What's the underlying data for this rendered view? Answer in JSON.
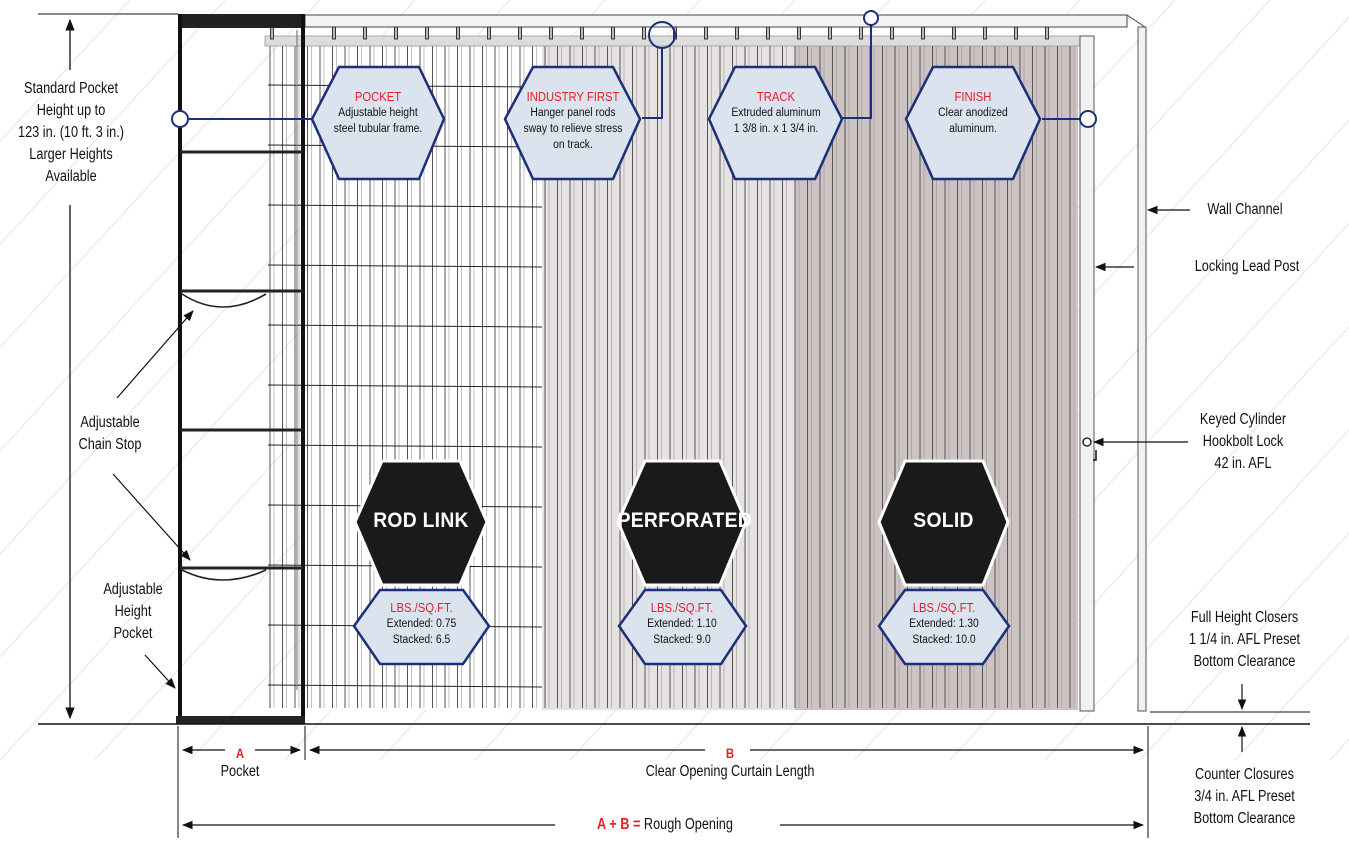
{
  "callouts": {
    "pocket": {
      "title": "POCKET",
      "lines": [
        "Adjustable height",
        "steel tubular frame."
      ]
    },
    "industry": {
      "title": "INDUSTRY FIRST",
      "lines": [
        "Hanger panel rods",
        "sway to relieve stress",
        "on track."
      ]
    },
    "track": {
      "title": "TRACK",
      "lines": [
        "Extruded aluminum",
        "1 3/8 in. x 1 3/4 in."
      ]
    },
    "finish": {
      "title": "FINISH",
      "lines": [
        "Clear anodized",
        "aluminum."
      ]
    }
  },
  "types": [
    {
      "name": "ROD LINK",
      "spec_title": "LBS./SQ.FT.",
      "extended": "Extended: 0.75",
      "stacked": "Stacked: 6.5"
    },
    {
      "name": "PERFORATED",
      "spec_title": "LBS./SQ.FT.",
      "extended": "Extended: 1.10",
      "stacked": "Stacked: 9.0"
    },
    {
      "name": "SOLID",
      "spec_title": "LBS./SQ.FT.",
      "extended": "Extended: 1.30",
      "stacked": "Stacked: 10.0"
    }
  ],
  "left_labels": {
    "pocket_height": [
      "Standard Pocket",
      "Height up to",
      "123 in. (10 ft. 3 in.)",
      "Larger Heights",
      "Available"
    ],
    "chain_stop": [
      "Adjustable",
      "Chain Stop"
    ],
    "adj_pocket": [
      "Adjustable",
      "Height",
      "Pocket"
    ]
  },
  "right_labels": {
    "wall_channel": "Wall Channel",
    "lead_post": "Locking Lead Post",
    "lock": [
      "Keyed Cylinder",
      "Hookbolt Lock",
      "42 in. AFL"
    ],
    "full_height": [
      "Full Height Closers",
      "1 1/4 in. AFL Preset",
      "Bottom Clearance"
    ],
    "counter": [
      "Counter Closures",
      "3/4 in. AFL Preset",
      "Bottom Clearance"
    ]
  },
  "dimensions": {
    "a_letter": "A",
    "a_label": "Pocket",
    "b_letter": "B",
    "b_label": "Clear Opening Curtain Length",
    "rough_prefix": "A + B =",
    "rough_label": "Rough Opening"
  },
  "colors": {
    "accent_red": "#e5202b",
    "callout_border": "#1c2f7a",
    "callout_fill": "#dbe3ef",
    "type_badge": "#1a1a1a",
    "rodlink_bg": "#ffffff",
    "perforated_bg": "#e6e2e1",
    "solid_bg": "#cdc3c2"
  }
}
